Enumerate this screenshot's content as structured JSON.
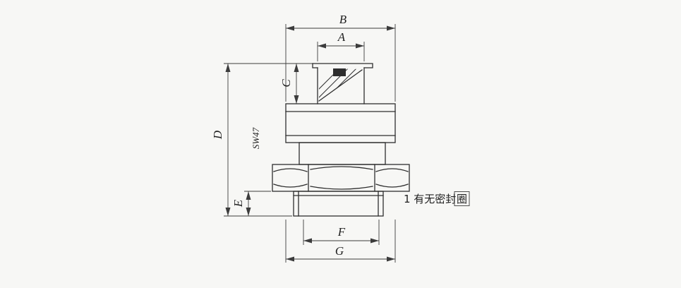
{
  "drawing": {
    "dimensions": {
      "a": "A",
      "b": "B",
      "c": "C",
      "d": "D",
      "e": "E",
      "f": "F",
      "g": "G"
    },
    "wrench_label": "SW47",
    "note": {
      "index_text": "1 有无密封",
      "boxed_char": "圈"
    }
  },
  "colors": {
    "background": "#f7f7f5",
    "line": "#2e2e2e",
    "dim_line": "#3c3c3c",
    "text": "#1f1f1f"
  }
}
